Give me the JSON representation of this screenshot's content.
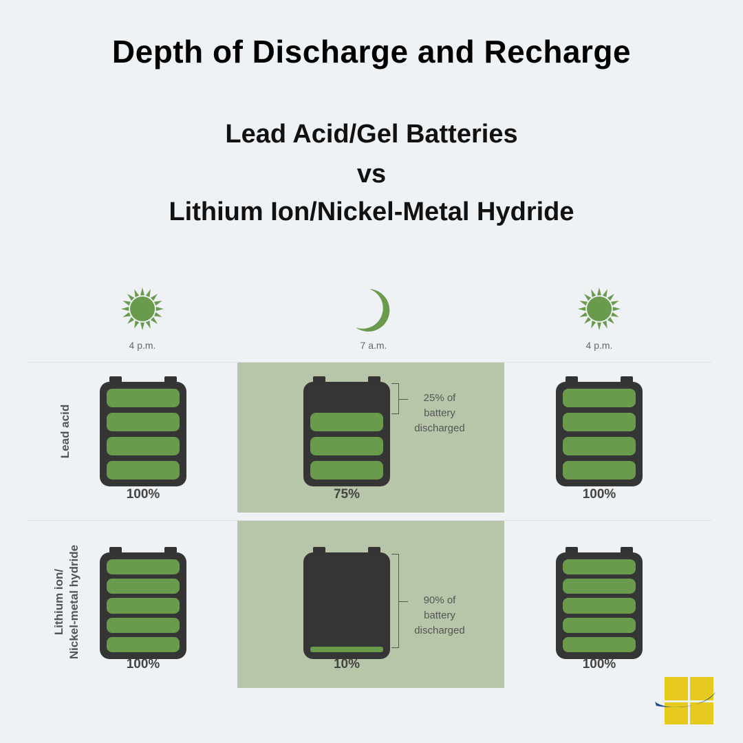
{
  "title": "Depth of Discharge and Recharge",
  "subtitle": [
    "Lead Acid/Gel Batteries",
    "vs",
    "Lithium Ion/Nickel-Metal Hydride"
  ],
  "times": [
    {
      "label": "4 p.m.",
      "icon": "sun-icon"
    },
    {
      "label": "7 a.m.",
      "icon": "moon-icon"
    },
    {
      "label": "4 p.m.",
      "icon": "sun-icon"
    }
  ],
  "rows": [
    {
      "label": "Lead acid",
      "cells": 4,
      "batteries": [
        {
          "percent_label": "100%",
          "charge": 100
        },
        {
          "percent_label": "75%",
          "charge": 75,
          "note": [
            "25% of",
            "battery",
            "discharged"
          ]
        },
        {
          "percent_label": "100%",
          "charge": 100
        }
      ]
    },
    {
      "label": "Lithium ion/ Nickel-metal hydride",
      "label_lines": [
        "Lithium ion/",
        "Nickel-metal hydride"
      ],
      "cells": 5,
      "batteries": [
        {
          "percent_label": "100%",
          "charge": 100
        },
        {
          "percent_label": "10%",
          "charge": 10,
          "note": [
            "90% of",
            "battery",
            "discharged"
          ]
        },
        {
          "percent_label": "100%",
          "charge": 100
        }
      ]
    }
  ],
  "colors": {
    "cell": "#6a9a4c",
    "battery": "#353535",
    "panel": "#b7c5a9",
    "icon": "#6a9a4c"
  }
}
